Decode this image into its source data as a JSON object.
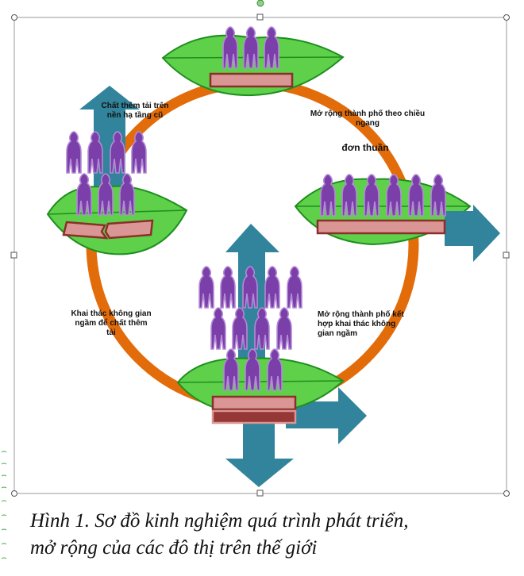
{
  "labels": {
    "top_left": "Chất thêm tải trên nền hạ tầng cũ",
    "top_right_1": "Mở rộng thành phố theo chiều ngang",
    "top_right_2": "đơn thuần",
    "bottom_left": "Khai thác không gian ngầm để chất thêm tải",
    "bottom_right": "Mở rộng thành phố kết hợp khai thác không gian ngầm"
  },
  "caption": {
    "line1": "Hình 1. Sơ đồ kinh nghiệm quá trình phát triển,",
    "line2": "mở rộng của các đô thị trên thế giới"
  },
  "colors": {
    "ring": "#e36c0a",
    "leaf": "#5fd04a",
    "leaf_edge": "#1e8f1e",
    "arrow": "#31849b",
    "building": "#7a3fa8",
    "building_light": "#b48ad6",
    "platform": "#d99694",
    "platform_edge": "#8b2f2a"
  }
}
